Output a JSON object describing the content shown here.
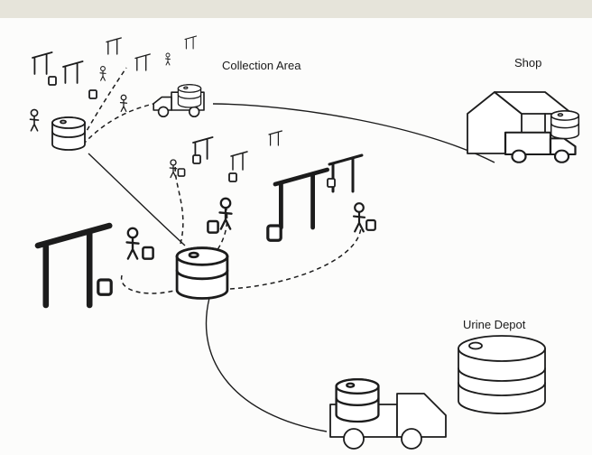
{
  "diagram": {
    "labels": {
      "collection_area": "Collection Area",
      "shop": "Shop",
      "urine_depot": "Urine Depot"
    }
  }
}
